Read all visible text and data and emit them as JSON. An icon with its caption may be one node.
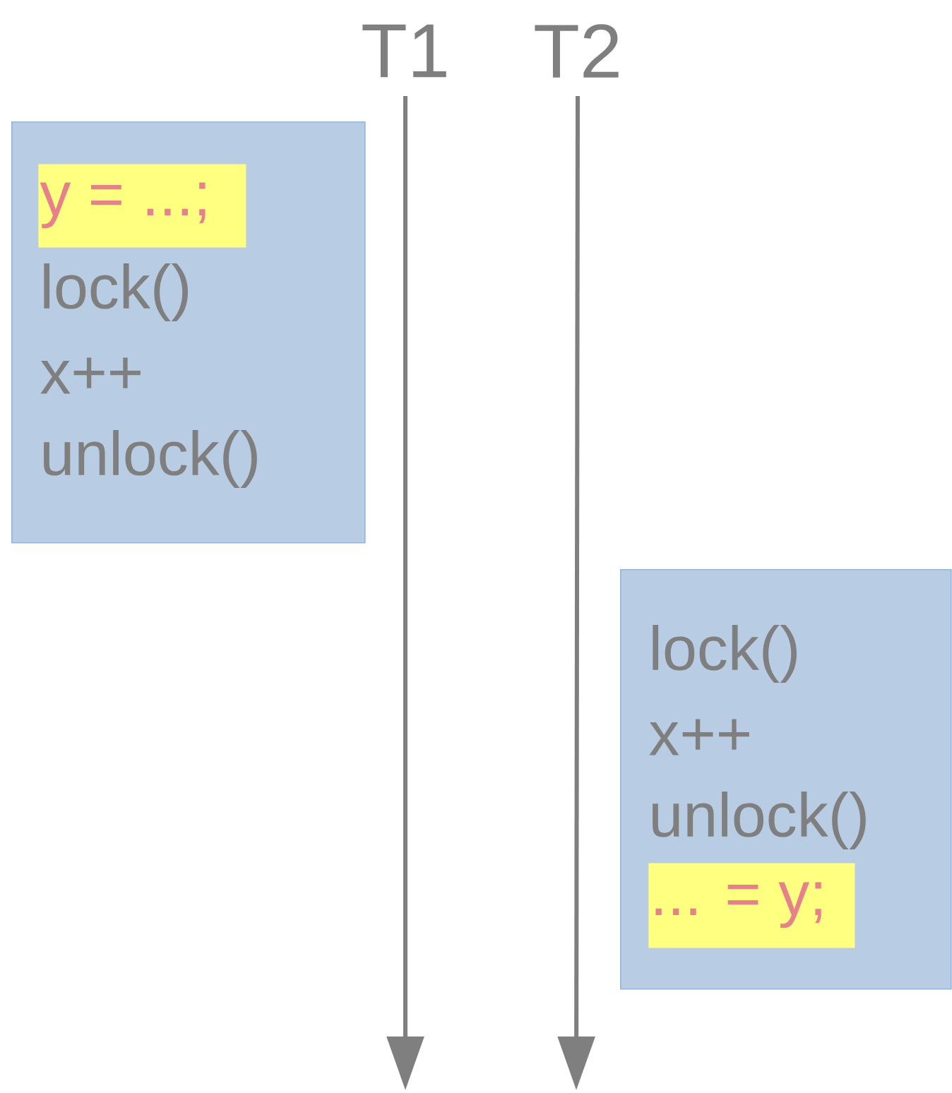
{
  "diagram": {
    "nodes": [
      {
        "text": [
          "lock()",
          "x++",
          "unlock()"
        ]
      },
      {
        "text": [
          "y = ...;"
        ],
        "in": 0
      },
      {
        "text": [
          "lock()",
          "x++",
          "unlock()"
        ]
      },
      {
        "text": [
          "... = y;"
        ],
        "in": 2
      }
    ],
    "labels": [
      "T1",
      "T2"
    ]
  }
}
